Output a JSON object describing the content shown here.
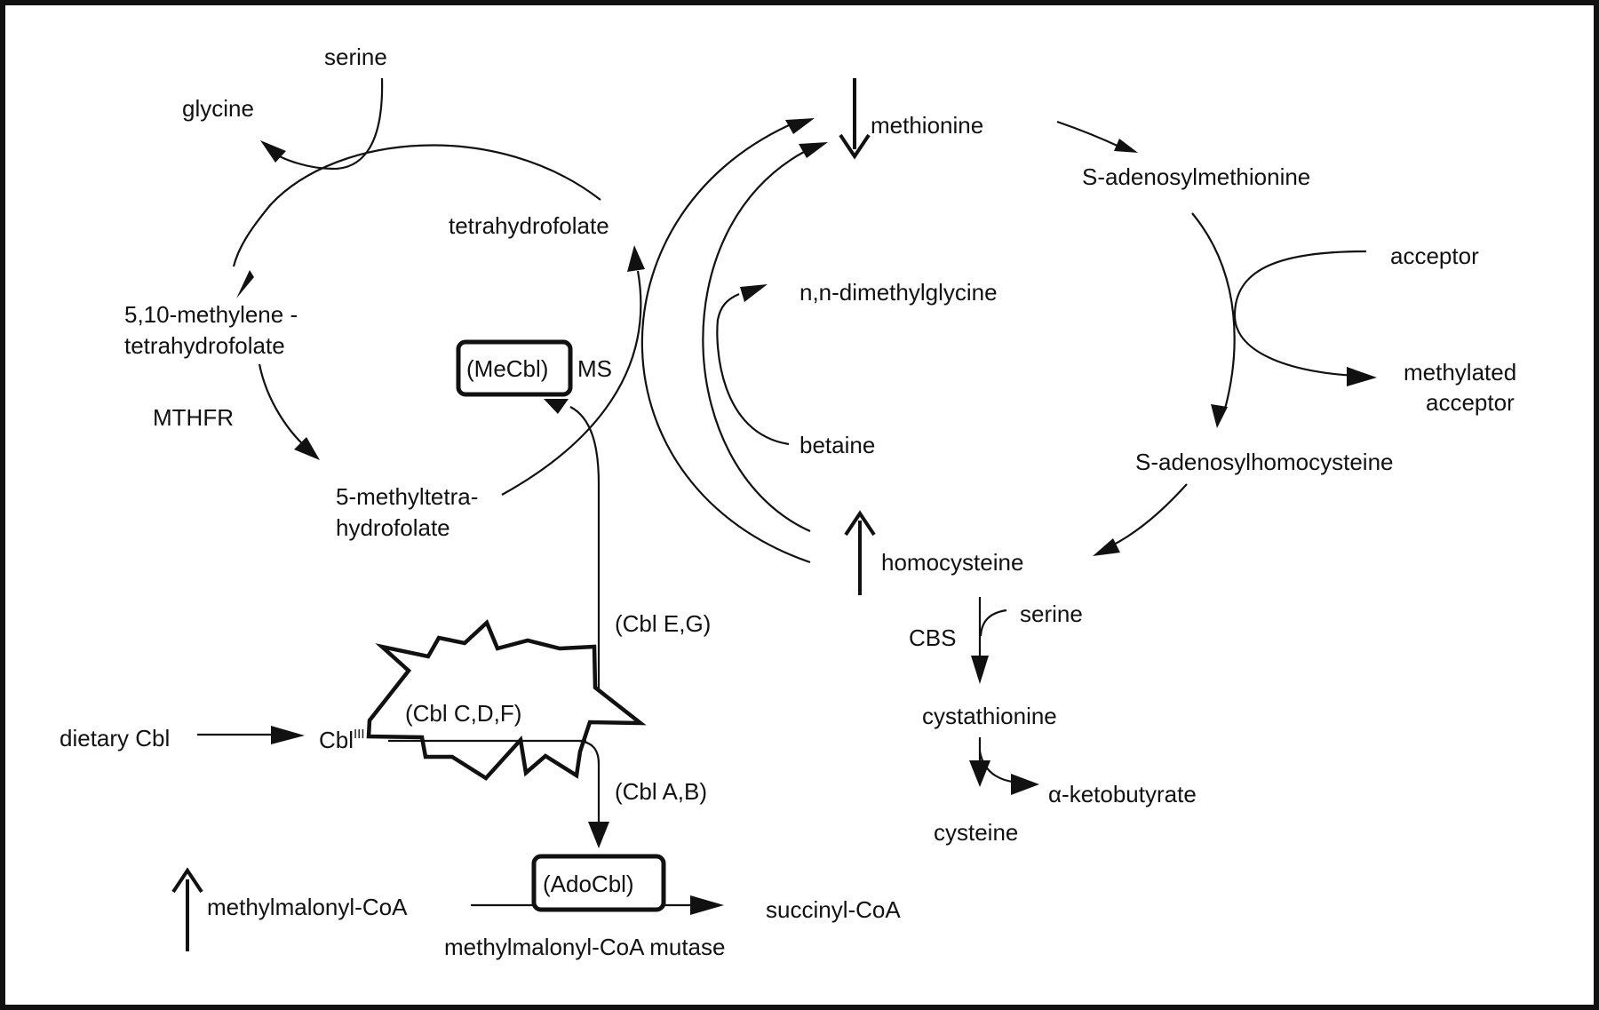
{
  "folate_cycle": {
    "serine": "serine",
    "glycine": "glycine",
    "thf": "tetrahydrofolate",
    "methylene_line1": "5,10-methylene -",
    "methylene_line2": "tetrahydrofolate",
    "mthfr": "MTHFR",
    "methylthf_line1": "5-methyltetra-",
    "methylthf_line2": "hydrofolate"
  },
  "methionine_synthase": {
    "mecbl_label": "(MeCbl)",
    "ms_label": "MS"
  },
  "methionine_cycle": {
    "methionine": "methionine",
    "sam": "S-adenosylmethionine",
    "acceptor": "acceptor",
    "methylated_line1": "methylated",
    "methylated_line2": "acceptor",
    "sah": "S-adenosylhomocysteine",
    "homocysteine": "homocysteine",
    "dmg": "n,n-dimethylglycine",
    "betaine": "betaine"
  },
  "transsulfuration": {
    "cbs": "CBS",
    "serine": "serine",
    "cystathionine": "cystathionine",
    "ketobutyrate": "α-ketobutyrate",
    "cysteine": "cysteine"
  },
  "cobalamin": {
    "cbl_eg": "(Cbl E,G)",
    "cbl_cdf": "(Cbl C,D,F)",
    "dietary": "dietary Cbl",
    "cbl3_base": "Cbl",
    "cbl3_sup": "III",
    "cbl_ab": "(Cbl A,B)",
    "adocbl_label": "(AdoCbl)"
  },
  "mutase_pathway": {
    "mmcoa": "methylmalonyl-CoA",
    "succinyl": "succinyl-CoA",
    "mutase": "methylmalonyl-CoA mutase"
  }
}
